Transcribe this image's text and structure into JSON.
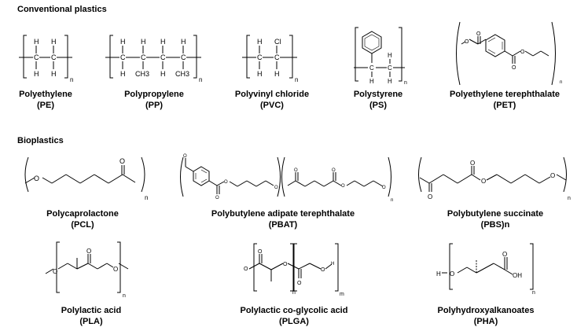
{
  "sections": {
    "conventional": "Conventional plastics",
    "bio": "Bioplastics"
  },
  "conventional": [
    {
      "name": "Polyethylene",
      "abbr": "(PE)"
    },
    {
      "name": "Polypropylene",
      "abbr": "(PP)"
    },
    {
      "name": "Polyvinyl chloride",
      "abbr": "(PVC)"
    },
    {
      "name": "Polystyrene",
      "abbr": "(PS)"
    },
    {
      "name": "Polyethylene terephthalate",
      "abbr": "(PET)"
    }
  ],
  "bio": [
    {
      "name": "Polycaprolactone",
      "abbr": "(PCL)"
    },
    {
      "name": "Polybutylene adipate terephthalate",
      "abbr": "(PBAT)"
    },
    {
      "name": "Polybutylene succinate",
      "abbr": "(PBS)n"
    },
    {
      "name": "Polylactic acid",
      "abbr": "(PLA)"
    },
    {
      "name": "Polylactic co-glycolic acid",
      "abbr": "(PLGA)"
    },
    {
      "name": "Polyhydroxyalkanoates",
      "abbr": "(PHA)"
    }
  ],
  "atoms": {
    "h": "H",
    "c": "C",
    "cl": "Cl",
    "ch3": "CH3",
    "o": "O",
    "oh": "OH",
    "n": "n",
    "m": "m"
  }
}
